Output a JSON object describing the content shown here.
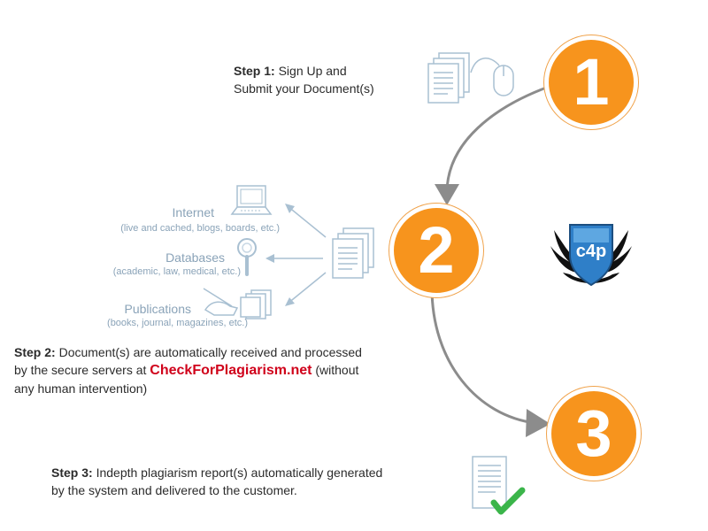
{
  "step1": {
    "label": "Step 1:",
    "text_line1": "Sign Up and",
    "text_line2": "Submit your Document(s)",
    "number": "1"
  },
  "step2": {
    "label": "Step 2:",
    "text_a": "Document(s) are automatically received and processed",
    "text_b": "by the secure servers at",
    "brand": "CheckForPlagiarism.net",
    "text_c": "(without",
    "text_d": "any human intervention)",
    "number": "2",
    "sources": [
      {
        "title": "Internet",
        "subtitle": "(live and cached, blogs, boards, etc.)"
      },
      {
        "title": "Databases",
        "subtitle": "(academic, law, medical, etc.)"
      },
      {
        "title": "Publications",
        "subtitle": "(books, journal, magazines, etc.)"
      }
    ]
  },
  "step3": {
    "label": "Step 3:",
    "text_line1": "Indepth plagiarism report(s) automatically generated",
    "text_line2": "by the system and delivered to the customer.",
    "number": "3"
  },
  "logo": {
    "text": "c4p"
  },
  "colors": {
    "circle": "#f7941d",
    "arrow": "#8c8c8c",
    "brand": "#d0021b",
    "source": "#8aa3b8",
    "check": "#3bb54a"
  },
  "icons": [
    "documents-icon",
    "mouse-icon",
    "laptop-icon",
    "magnifier-icon",
    "hand-writing-icon",
    "report-icon",
    "checkmark-icon",
    "shield-logo"
  ]
}
